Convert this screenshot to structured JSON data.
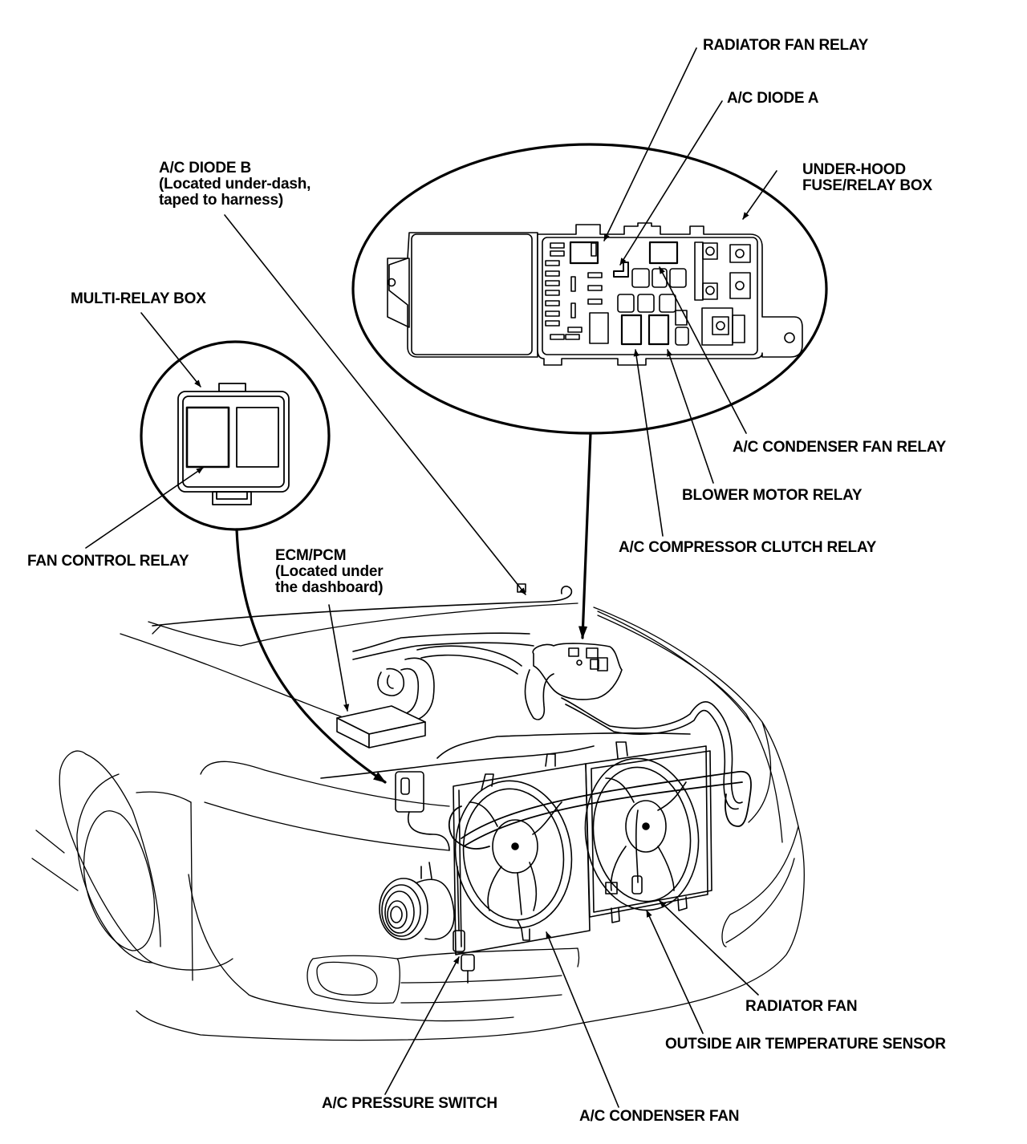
{
  "diagram": {
    "title": "A/C and fan component locations",
    "colors": {
      "ink": "#000000",
      "paper": "#ffffff"
    },
    "labels": {
      "radiator_fan_relay": "RADIATOR FAN RELAY",
      "ac_diode_a": "A/C DIODE A",
      "ac_diode_b": {
        "title": "A/C DIODE B",
        "line2": "(Located under-dash,",
        "line3": "taped to harness)"
      },
      "under_hood_box": {
        "line1": "UNDER-HOOD",
        "line2": "FUSE/RELAY BOX"
      },
      "multi_relay_box": "MULTI-RELAY BOX",
      "fan_control_relay": "FAN CONTROL RELAY",
      "ecm_pcm": {
        "title": "ECM/PCM",
        "line2": "(Located under",
        "line3": "the dashboard)"
      },
      "ac_condenser_fan_relay": "A/C CONDENSER FAN RELAY",
      "blower_motor_relay": "BLOWER MOTOR RELAY",
      "ac_compressor_clutch_relay": "A/C COMPRESSOR CLUTCH RELAY",
      "radiator_fan": "RADIATOR FAN",
      "outside_air_temp_sensor": "OUTSIDE  AIR TEMPERATURE SENSOR",
      "ac_pressure_switch": "A/C PRESSURE SWITCH",
      "ac_condenser_fan": "A/C CONDENSER FAN"
    }
  }
}
